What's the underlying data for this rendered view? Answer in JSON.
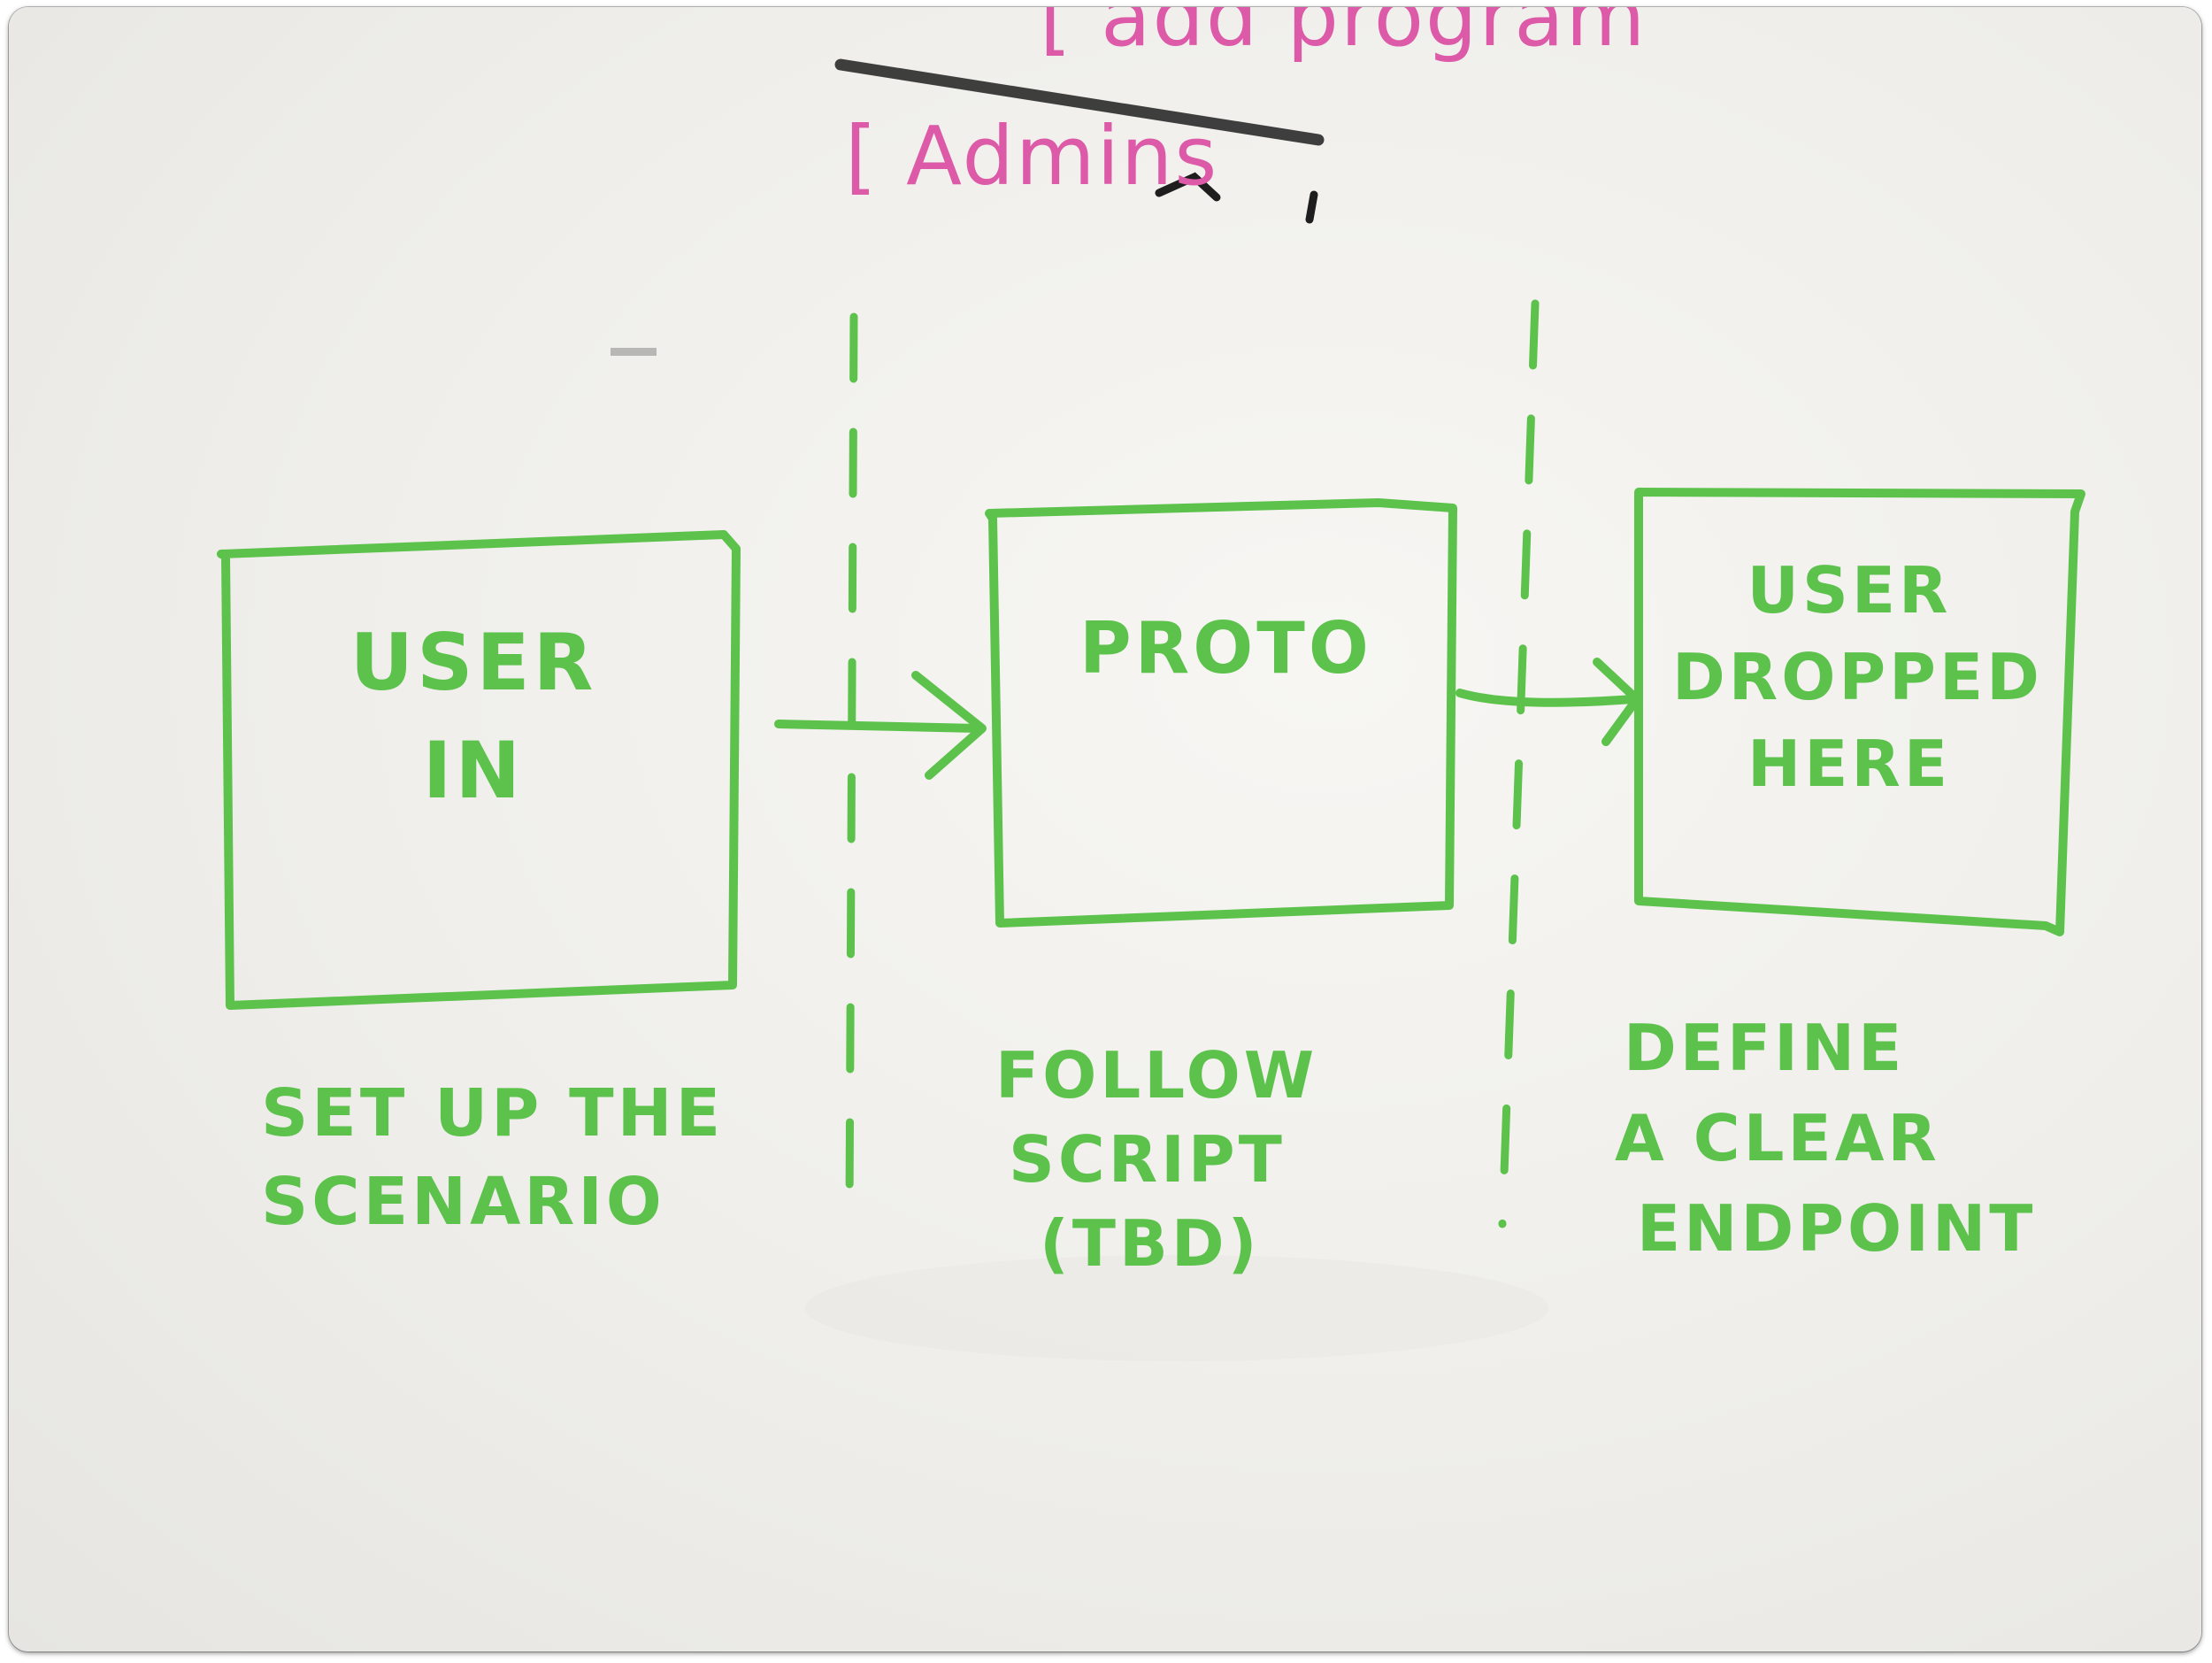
{
  "colors": {
    "marker_green": "#5cc24c",
    "marker_pink": "#dc5aa8",
    "marker_black": "#222222",
    "board": "#f1f0ec"
  },
  "top_notes": {
    "line1": "[ add program",
    "line2": "[ Admins"
  },
  "boxes": [
    {
      "lines": [
        "USER",
        "IN"
      ]
    },
    {
      "lines": [
        "PROTO"
      ]
    },
    {
      "lines": [
        "USER",
        "DROPPED",
        "HERE"
      ]
    }
  ],
  "captions": [
    {
      "lines": [
        "SET UP THE",
        "SCENARIO"
      ]
    },
    {
      "lines": [
        "FOLLOW",
        "SCRIPT",
        "(TBD)"
      ]
    },
    {
      "lines": [
        "DEFINE",
        "A CLEAR",
        "ENDPOINT"
      ]
    }
  ]
}
